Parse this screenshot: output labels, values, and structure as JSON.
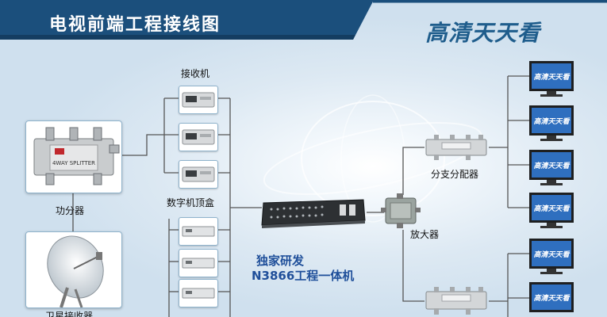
{
  "title": "电视前端工程接线图",
  "brand": "高清天天看",
  "labels": {
    "receiver": "接收机",
    "splitter": "功分器",
    "stb": "数字机顶盒",
    "branch": "分支分配器",
    "amplifier": "放大器",
    "satellite": "卫星接收器",
    "headline1": "独家研发",
    "headline2": "N3866工程一体机"
  },
  "device_text": {
    "splitter_model": "4WAY SPLITTER",
    "tv_logo": "高清天天看"
  },
  "colors": {
    "banner": "#1b4f7c",
    "banner_dark": "#143d61",
    "brand": "#1f5d8c",
    "headline": "#1f4f9a",
    "tv_screen": "#2f6fbf",
    "wire": "#555555"
  }
}
